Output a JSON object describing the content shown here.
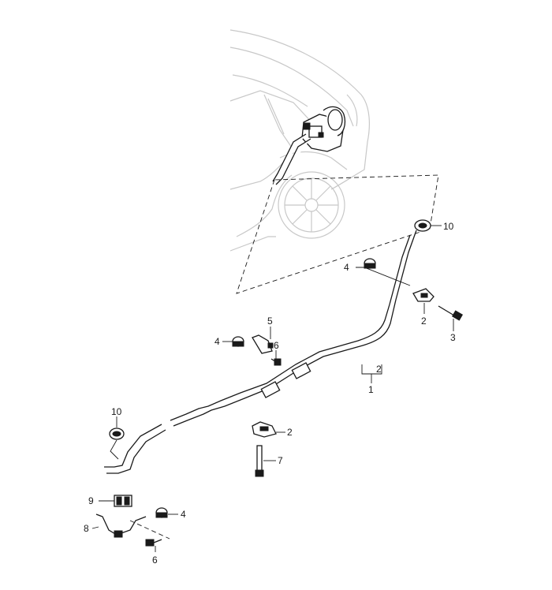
{
  "callouts": {
    "c10_top": "10",
    "c4_upper_right": "4",
    "c2_clip_right": "2",
    "c3_bolt": "3",
    "c2_bracket": "2",
    "c1_line": "1",
    "c5_bracket": "5",
    "c4_mid": "4",
    "c6_mid": "6",
    "c2_clip_mid": "2",
    "c7_bolt": "7",
    "c10_left": "10",
    "c9_clamp": "9",
    "c8_bracket": "8",
    "c4_lower": "4",
    "c6_lower": "6"
  }
}
